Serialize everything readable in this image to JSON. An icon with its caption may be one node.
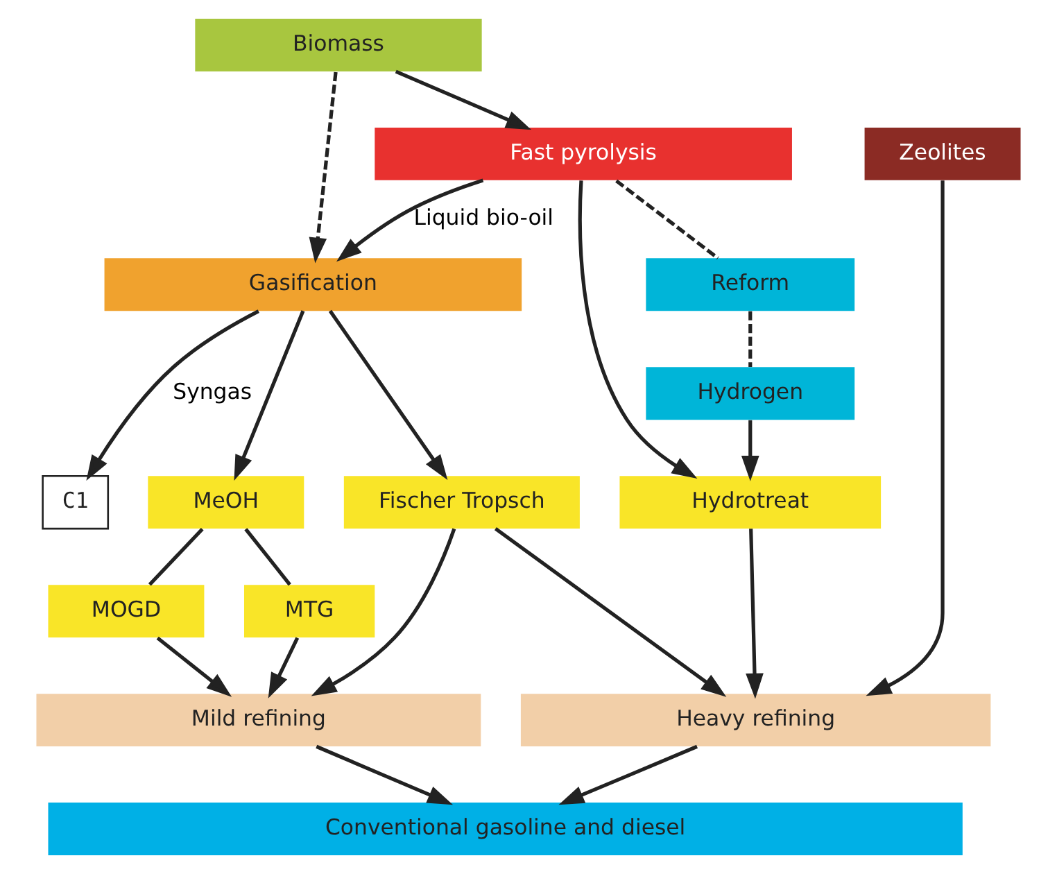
{
  "diagram": {
    "nodes": [
      {
        "text": [
          "Biomass"
        ]
      },
      {
        "text": [
          "Fast pyrolysis"
        ]
      },
      {
        "text": [
          "Zeolites"
        ]
      },
      {
        "text": [
          "Gasification"
        ]
      },
      {
        "text": [
          "Reform"
        ]
      },
      {
        "text": [
          "Hydrogen"
        ]
      },
      {
        "text": [
          "C1"
        ]
      },
      {
        "text": [
          "MeOH"
        ]
      },
      {
        "text": [
          "Fischer Tropsch"
        ]
      },
      {
        "text": [
          "Hydrotreat"
        ]
      },
      {
        "text": [
          "MTG"
        ]
      },
      {
        "text": [
          "MOGD"
        ]
      },
      {
        "text": [
          "Mild refining"
        ]
      },
      {
        "text": [
          "Heavy refining"
        ]
      },
      {
        "text": [
          "Conventional gasoline and diesel"
        ]
      }
    ],
    "edges": [
      {
        "from": 0,
        "to": 1,
        "arrow": "to"
      },
      {
        "from": 0,
        "to": 3,
        "arrow": "to",
        "style": "dashed"
      },
      {
        "from": 1,
        "to": 3,
        "arrow": "to",
        "label": "Liquid bio-oil"
      },
      {
        "from": 1,
        "to": 4,
        "arrow": "none",
        "style": "dashed"
      },
      {
        "from": 4,
        "to": 5,
        "arrow": "none",
        "style": "dashed"
      },
      {
        "from": 5,
        "to": 9,
        "arrow": "to"
      },
      {
        "from": 1,
        "to": 9,
        "arrow": "to"
      },
      {
        "from": 2,
        "to": 13,
        "arrow": "to"
      },
      {
        "from": 3,
        "to": 6,
        "arrow": "to",
        "label": "Syngas"
      },
      {
        "from": 3,
        "to": 7,
        "arrow": "to"
      },
      {
        "from": 3,
        "to": 8,
        "arrow": "to"
      },
      {
        "from": 7,
        "to": 10,
        "arrow": "none"
      },
      {
        "from": 7,
        "to": 11,
        "arrow": "none"
      },
      {
        "from": 10,
        "to": 12,
        "arrow": "to"
      },
      {
        "from": 11,
        "to": 12,
        "arrow": "to"
      },
      {
        "from": 8,
        "to": 12,
        "arrow": "to"
      },
      {
        "from": 8,
        "to": 13,
        "arrow": "to"
      },
      {
        "from": 9,
        "to": 13,
        "arrow": "to"
      },
      {
        "from": 12,
        "to": 14,
        "arrow": "to"
      },
      {
        "from": 13,
        "to": 14,
        "arrow": "to"
      }
    ]
  }
}
